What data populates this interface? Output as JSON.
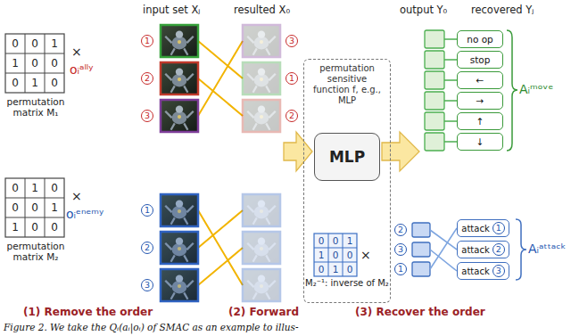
{
  "diagram": {
    "caption": "Figure 2. We take the Qᵢ(aᵢ|oᵢ) of SMAC as an example to illus-",
    "nodes": [
      {
        "text": [
          "permutation sensitive function f, e.g., MLP"
        ]
      },
      {
        "text": [
          "MLP"
        ],
        "in": 0
      },
      {
        "text": [
          "no op"
        ]
      },
      {
        "text": [
          "stop"
        ]
      },
      {
        "text": [
          "←"
        ]
      },
      {
        "text": [
          "→"
        ]
      },
      {
        "text": [
          "↑"
        ]
      },
      {
        "text": [
          "↓"
        ]
      },
      {
        "text": [
          "attack",
          "1"
        ]
      },
      {
        "text": [
          "attack",
          "2"
        ]
      },
      {
        "text": [
          "attack",
          "3"
        ]
      }
    ],
    "labels": [
      "input set Xⱼ",
      "resulted X₀",
      "output Y₀",
      "recovered Yⱼ",
      "0",
      "0",
      "1",
      "1",
      "0",
      "0",
      "0",
      "1",
      "0",
      "permutation matrix M₁",
      "×",
      "oᵢᵃˡˡʸ",
      "1",
      "2",
      "3",
      "3",
      "1",
      "2",
      "1",
      "2",
      "3",
      "0",
      "1",
      "0",
      "0",
      "0",
      "1",
      "1",
      "0",
      "0",
      "permutation matrix M₂",
      "×",
      "oᵢᵉⁿᵉᵐʸ",
      "0",
      "0",
      "1",
      "1",
      "0",
      "0",
      "0",
      "1",
      "0",
      "M₂⁻¹: inverse of M₂",
      "×",
      "2",
      "3",
      "1",
      "Aᵢᵐᵒᵛᵉ",
      "Aᵢᵃᵗᵗᵃᶜᵏ",
      "(1) Remove the order",
      "(2) Forward",
      "(3) Recover the order"
    ]
  }
}
